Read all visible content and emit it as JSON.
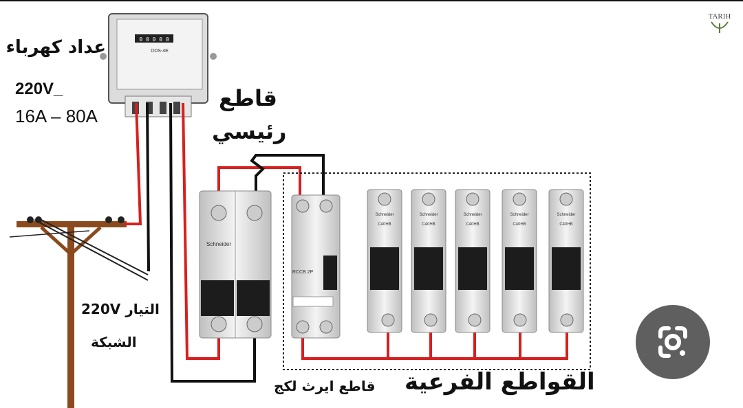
{
  "labels": {
    "meter_title": "عداد كهرباء",
    "meter_voltage": "220V_",
    "meter_current": "16A – 80A",
    "main_breaker": [
      "قاطع",
      "رئيسي"
    ],
    "grid_current": "التيار 220V",
    "grid_network": "الشبكة",
    "rcd_breaker": "قاطع ايرث لكج",
    "branch_breakers": "القواطع الفرعية"
  },
  "devices": {
    "main_brand": "Schneider",
    "rcd_code": "RCCB 2P",
    "mcb_brand": "Schneider",
    "mcb_model": "C40HB",
    "meter_reading": "0 0 0 0 0",
    "meter_model": "DDS-4E"
  },
  "watermark": "TARIH",
  "colors": {
    "live": "#d62020",
    "neutral": "#111111",
    "pole": "#8b4a1e",
    "lens_bg": "#5f5f5f"
  },
  "icons": {
    "lens": "google-lens-icon"
  }
}
